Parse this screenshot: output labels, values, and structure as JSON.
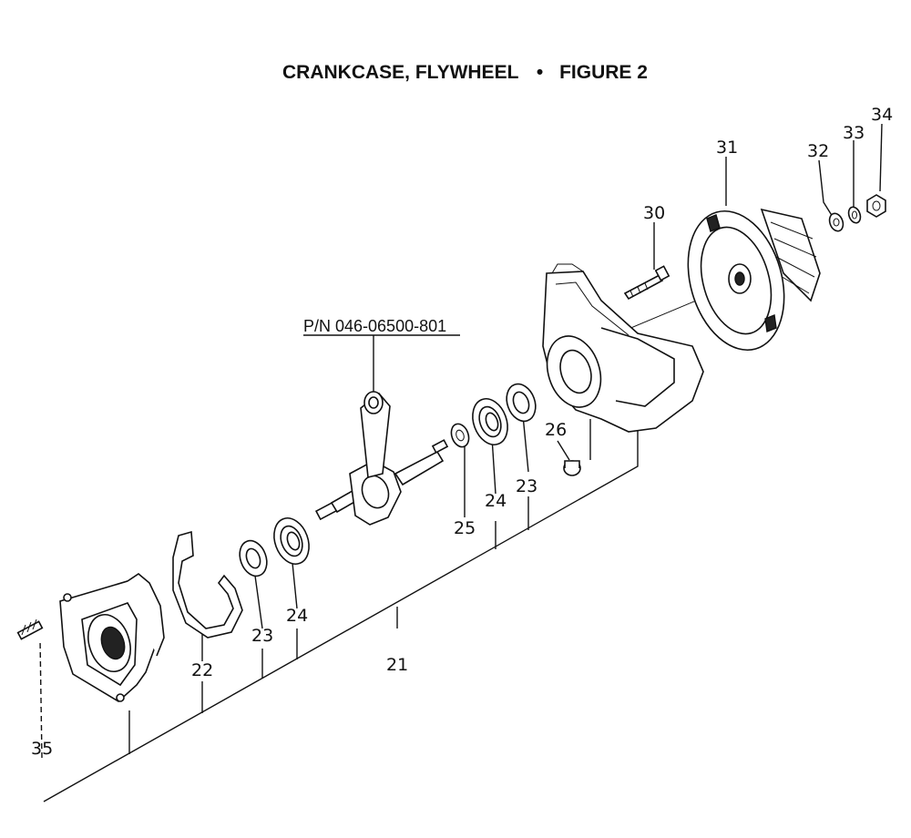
{
  "figure": {
    "title": "CRANKCASE, FLYWHEEL",
    "bullet": "•",
    "figure_label": "FIGURE 2"
  },
  "part_number": "P/N 046-06500-801",
  "callouts": {
    "c21": "21",
    "c22": "22",
    "c23a": "23",
    "c23b": "23",
    "c24a": "24",
    "c24b": "24",
    "c25": "25",
    "c26": "26",
    "c30": "30",
    "c31": "31",
    "c32": "32",
    "c33": "33",
    "c34": "34",
    "c35": "35"
  }
}
